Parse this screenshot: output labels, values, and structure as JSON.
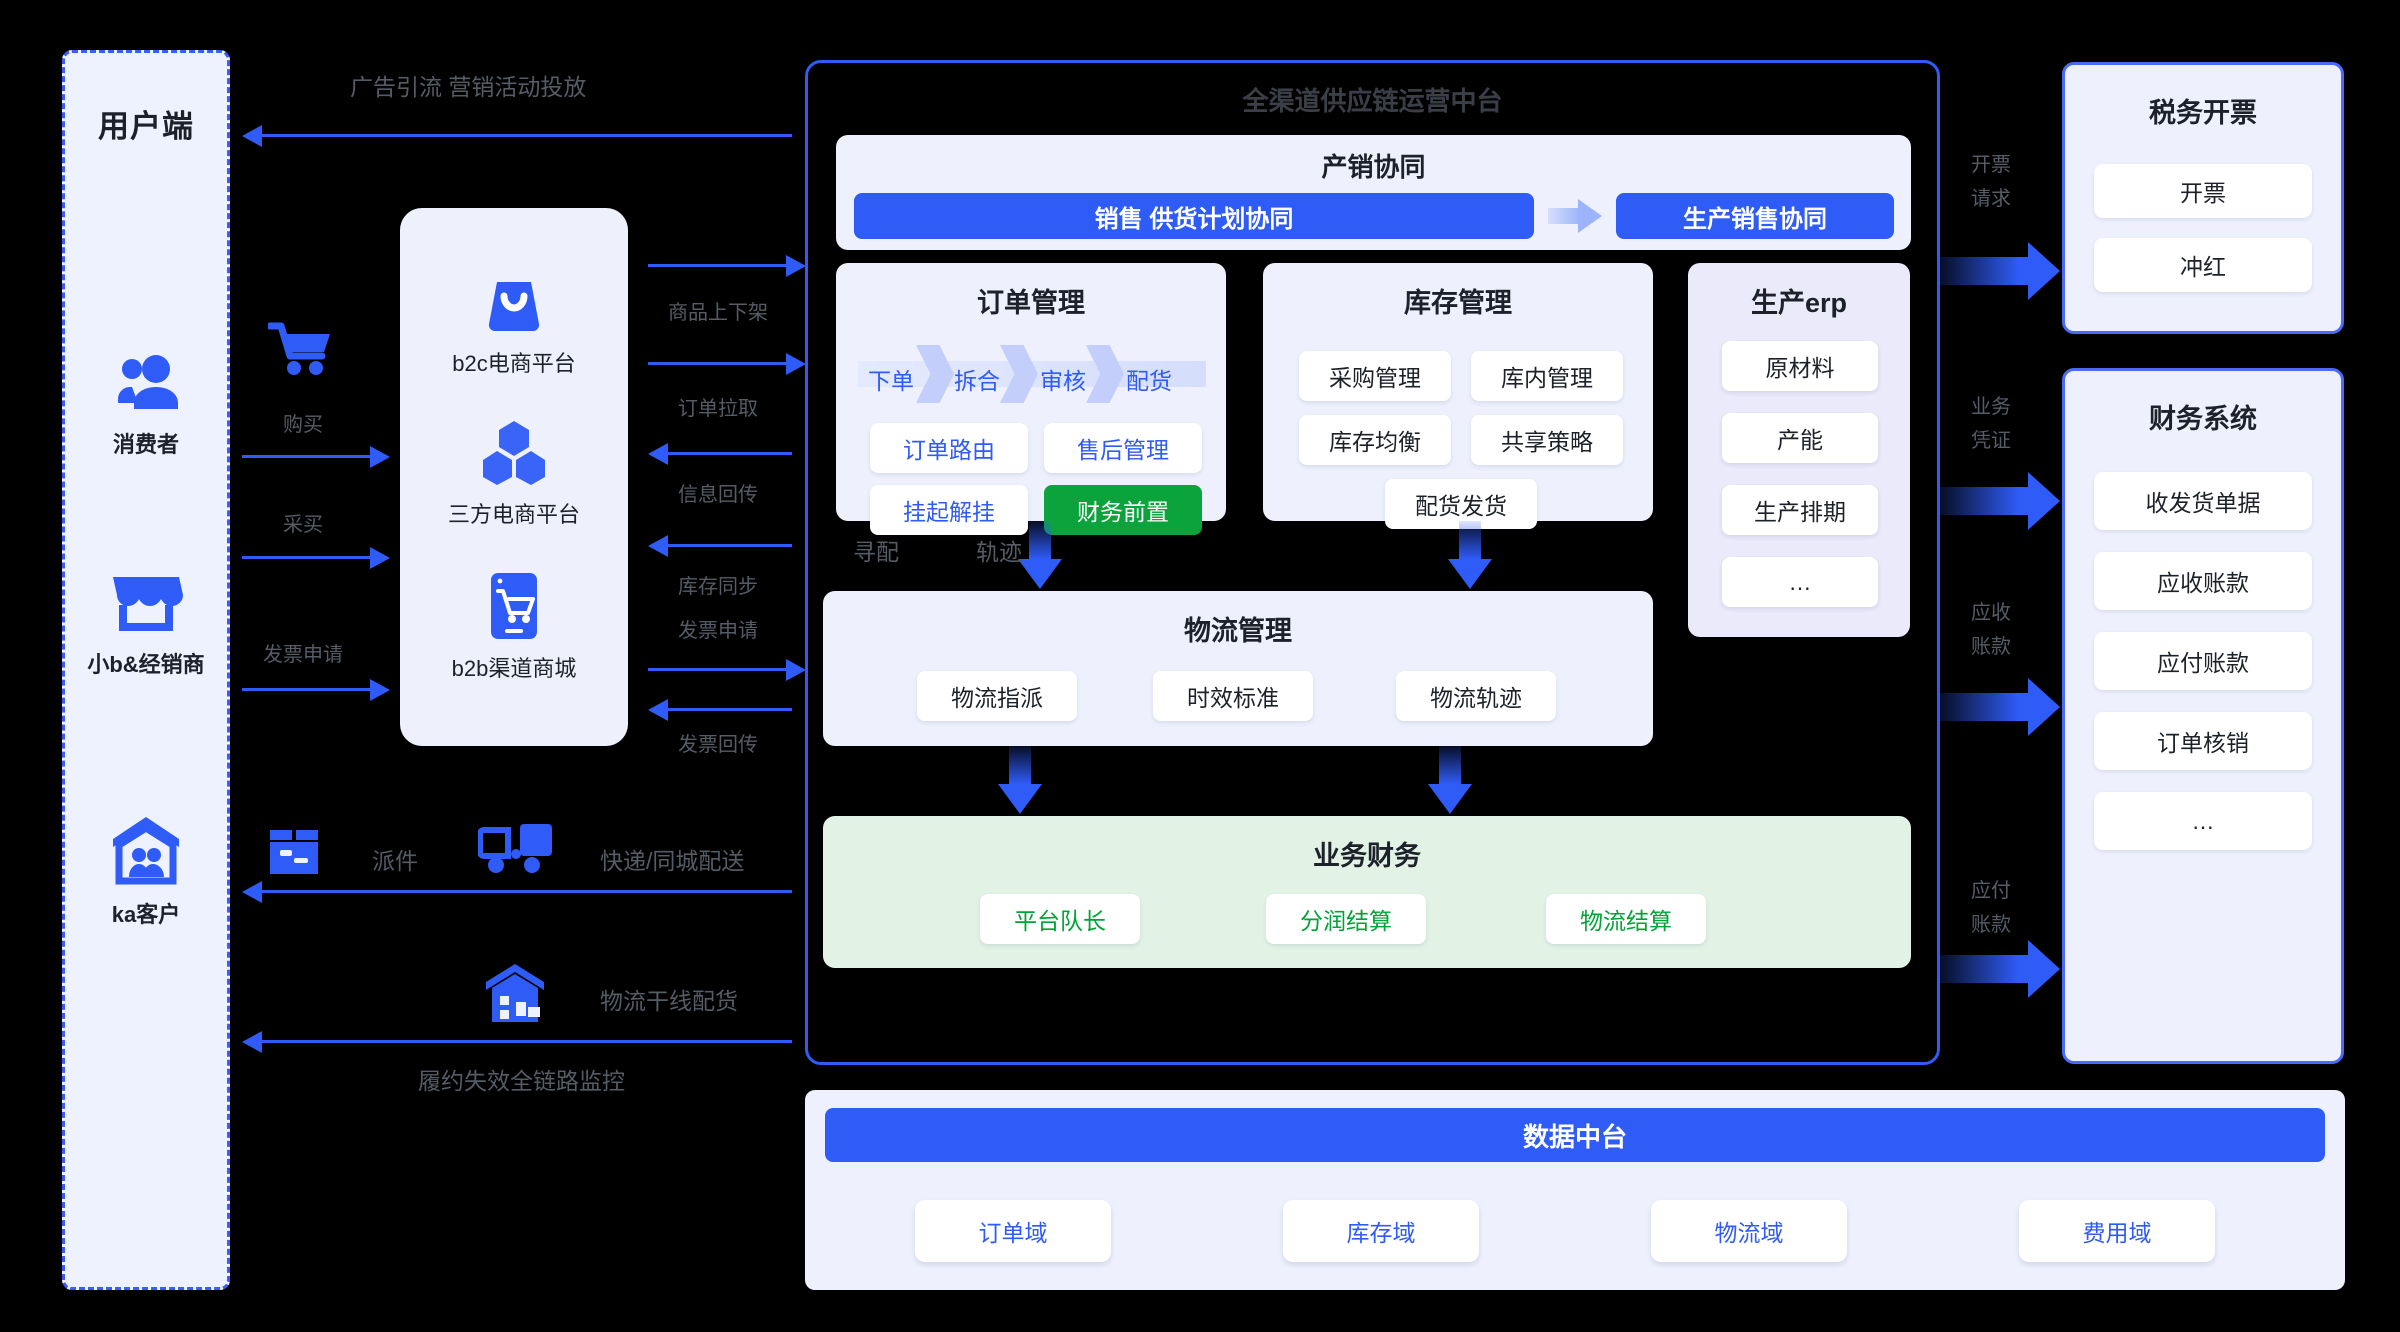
{
  "user_side": {
    "title": "用户端",
    "personas": [
      {
        "icon": "users-icon",
        "label": "消费者"
      },
      {
        "icon": "storefront-icon",
        "label": "小b&经销商"
      },
      {
        "icon": "warehouse-people-icon",
        "label": "ka客户"
      }
    ]
  },
  "platform_card": {
    "items": [
      {
        "icon": "shopping-bag-icon",
        "label": "b2c电商平台"
      },
      {
        "icon": "hexagons-icon",
        "label": "三方电商平台"
      },
      {
        "icon": "mobile-cart-icon",
        "label": "b2b渠道商城"
      }
    ]
  },
  "connectors": {
    "top_banner": "广告引流  营销活动投放",
    "buy": "购买",
    "procure": "采买",
    "invoice_apply_left": "发票申请",
    "goods_listing": "商品上下架",
    "order_pull": "订单拉取",
    "info_return": "信息回传",
    "stock_sync": "库存同步",
    "invoice_apply": "发票申请",
    "invoice_return": "发票回传",
    "dispatch": "派件",
    "express_city": "快递/同城配送",
    "trunk_line": "物流干线配货",
    "fulfillment_monitor": "履约失效全链路监控",
    "find_capacity": "寻配",
    "trace": "轨迹",
    "invoice_request": "开票\n请求",
    "business_voucher": "业务\n凭证",
    "receivables": "应收\n账款",
    "payables": "应付\n账款",
    "cart_icon": "shopping-cart-icon",
    "box_icon": "package-box-icon",
    "truck_icon": "delivery-truck-icon",
    "warehouse_icon": "warehouse-truck-icon"
  },
  "center": {
    "title": "全渠道供应链运营中台",
    "sales_prod": {
      "title": "产销协同",
      "pill_left": "销售 供货计划协同",
      "pill_right": "生产销售协同"
    },
    "order_mgmt": {
      "title": "订单管理",
      "flow": [
        "下单",
        "拆合",
        "审核",
        "配货"
      ],
      "tags": [
        {
          "label": "订单路由",
          "style": "blue"
        },
        {
          "label": "售后管理",
          "style": "blue"
        },
        {
          "label": "挂起解挂",
          "style": "blue"
        },
        {
          "label": "财务前置",
          "style": "green-fill"
        }
      ]
    },
    "inventory_mgmt": {
      "title": "库存管理",
      "tags": [
        "采购管理",
        "库内管理",
        "库存均衡",
        "共享策略",
        "配货发货"
      ]
    },
    "production_erp": {
      "title": "生产erp",
      "tags": [
        "原材料",
        "产能",
        "生产排期",
        "…"
      ]
    },
    "logistics_mgmt": {
      "title": "物流管理",
      "tags": [
        "物流指派",
        "时效标准",
        "物流轨迹"
      ]
    },
    "business_finance": {
      "title": "业务财务",
      "tags": [
        "平台队长",
        "分润结算",
        "物流结算"
      ]
    }
  },
  "right_panels": [
    {
      "title": "税务开票",
      "tags": [
        "开票",
        "冲红"
      ]
    },
    {
      "title": "财务系统",
      "tags": [
        "收发货单据",
        "应收账款",
        "应付账款",
        "订单核销",
        "…"
      ]
    }
  ],
  "data_platform": {
    "banner": "数据中台",
    "tags": [
      "订单域",
      "库存域",
      "物流域",
      "费用域"
    ]
  },
  "colors": {
    "brand_blue": "#2f5bf6",
    "panel_bg": "#eef1fd",
    "green": "#0ba33c",
    "finance_bg": "#e2f3e6",
    "erp_bg": "#eaeafb"
  }
}
